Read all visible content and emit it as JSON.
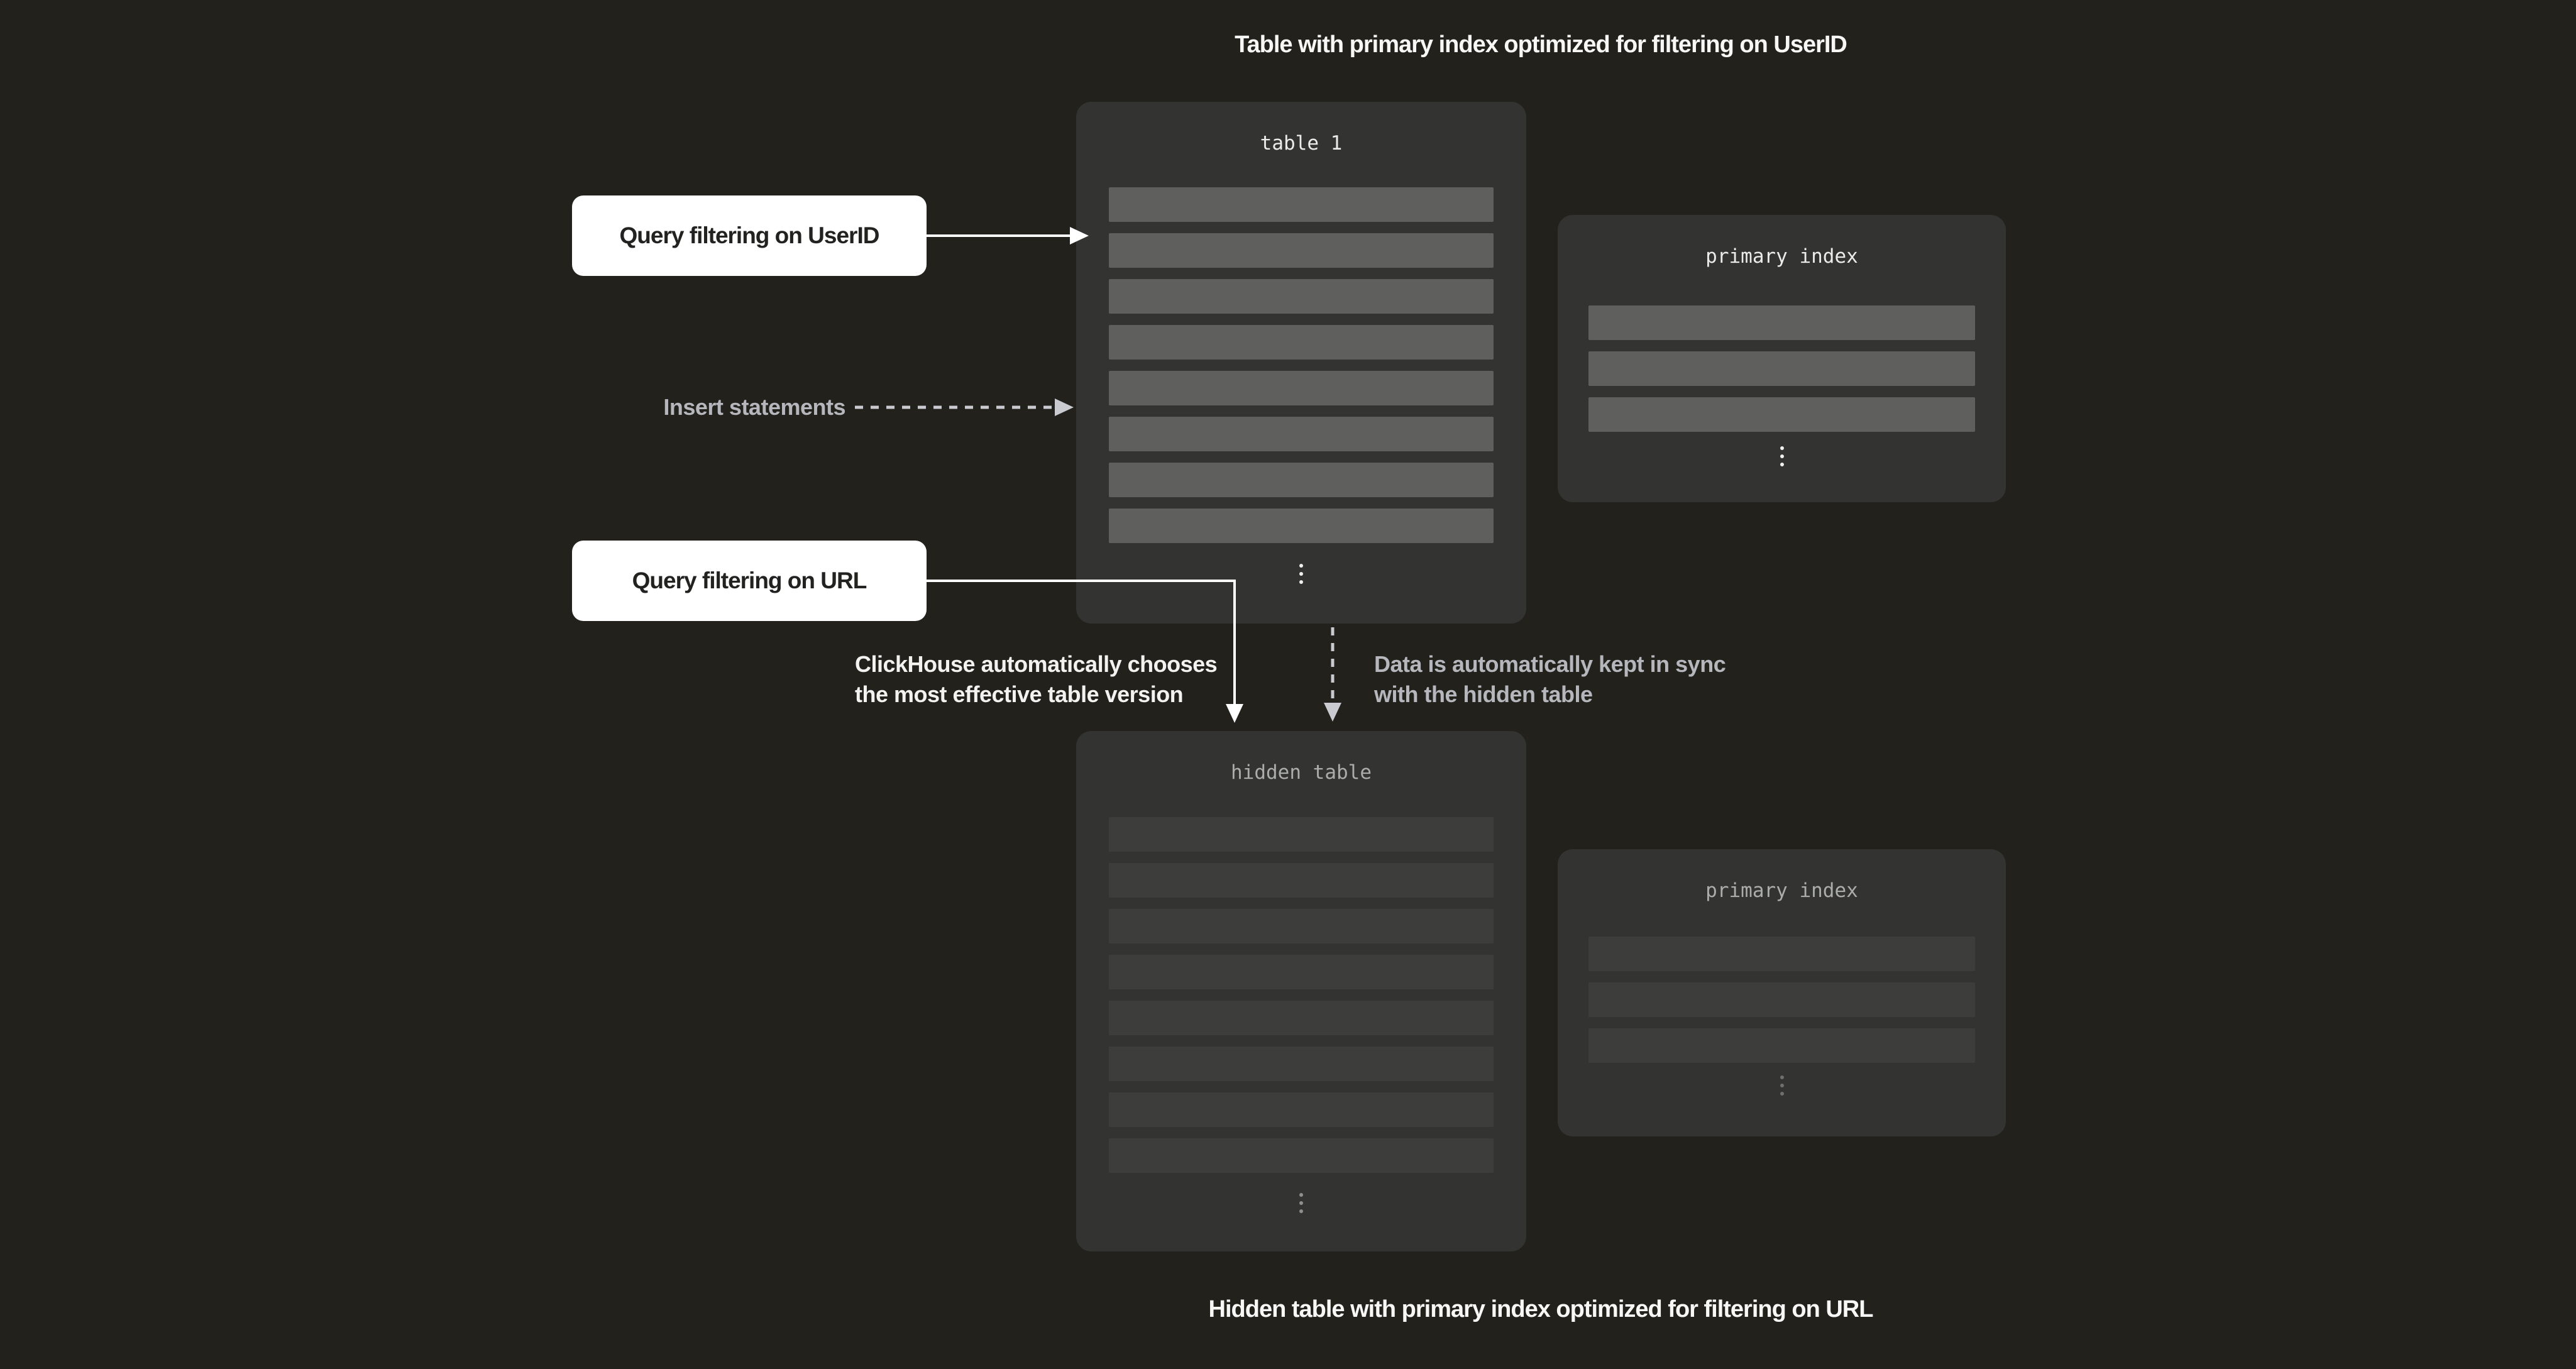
{
  "captions": {
    "top": "Table with primary index optimized for filtering on UserID",
    "bottom": "Hidden table with primary index optimized for filtering on URL"
  },
  "table1": {
    "title": "table 1",
    "row_count": 8
  },
  "hidden_table": {
    "title": "hidden table",
    "row_count": 8
  },
  "primary_index_top": {
    "title": "primary index",
    "row_count": 3
  },
  "primary_index_bottom": {
    "title": "primary index",
    "row_count": 3
  },
  "callouts": {
    "userid": {
      "label": "Query filtering on UserID"
    },
    "url": {
      "label": "Query filtering on URL"
    }
  },
  "labels": {
    "insert": "Insert statements"
  },
  "notes": {
    "clickhouse": {
      "line1": "ClickHouse automatically chooses",
      "line2": "the most effective table version"
    },
    "sync": {
      "line1": "Data is automatically kept in sync",
      "line2": "with the hidden table"
    }
  },
  "icons": {
    "ellipsis": "vertical-ellipsis",
    "arrows": [
      "solid-right-arrow",
      "dashed-right-arrow",
      "elbow-down-arrow",
      "dashed-down-arrow"
    ]
  },
  "colors": {
    "background": "#22211c",
    "box_background": "#333331",
    "row_bright": "#5f5f5d",
    "row_dim": "#3d3d3b",
    "caption_text": "#f7f7f5",
    "mono_title_bright": "#ebebe9",
    "mono_title_dim": "#abadac",
    "gray_label": "#b5b7bc",
    "callout_background": "#ffffff",
    "callout_text": "#222220",
    "solid_arrow": "#ffffff",
    "dashed_arrow": "#c9cbd0"
  }
}
